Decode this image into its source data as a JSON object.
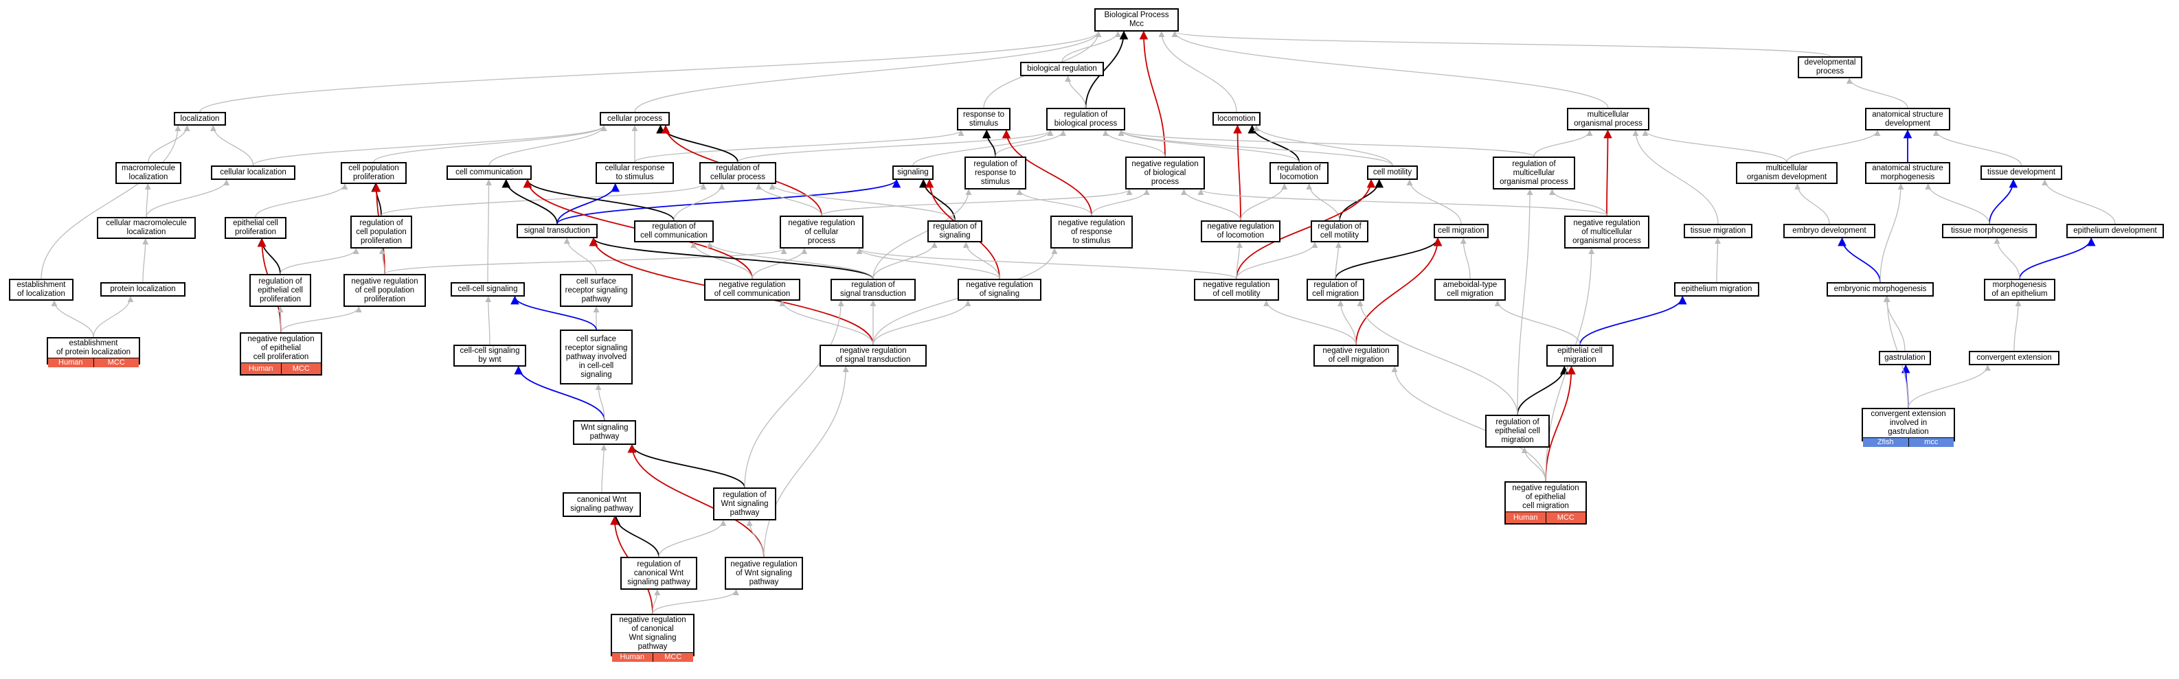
{
  "colors": {
    "human_tag": "#ee6048",
    "zfish_tag": "#5e87dd",
    "edge_gray": "#bbbbbb",
    "edge_black": "#000000",
    "edge_red": "#cc0000",
    "edge_blue": "#0000ee"
  },
  "nodes": [
    {
      "id": "bp",
      "label": "Biological Process\nMcc"
    },
    {
      "id": "biolreg",
      "label": "biological regulation"
    },
    {
      "id": "devproc",
      "label": "developmental\nprocess"
    },
    {
      "id": "localization",
      "label": "localization"
    },
    {
      "id": "cellproc",
      "label": "cellular process"
    },
    {
      "id": "respstim",
      "label": "response to\nstimulus"
    },
    {
      "id": "regbp",
      "label": "regulation of\nbiological process"
    },
    {
      "id": "locomotion",
      "label": "locomotion"
    },
    {
      "id": "multiorg",
      "label": "multicellular\norganismal process"
    },
    {
      "id": "asdev",
      "label": "anatomical structure\ndevelopment"
    },
    {
      "id": "macroloc",
      "label": "macromolecule\nlocalization"
    },
    {
      "id": "cellloc",
      "label": "cellular localization"
    },
    {
      "id": "cellpopprolif",
      "label": "cell population\nproliferation"
    },
    {
      "id": "cellcomm",
      "label": "cell communication"
    },
    {
      "id": "cellresp",
      "label": "cellular response\nto stimulus"
    },
    {
      "id": "regcellproc",
      "label": "regulation of\ncellular process"
    },
    {
      "id": "signaling",
      "label": "signaling"
    },
    {
      "id": "regrespstim",
      "label": "regulation of\nresponse to\nstimulus"
    },
    {
      "id": "negregbp",
      "label": "negative regulation\nof biological\nprocess"
    },
    {
      "id": "reglocomotion",
      "label": "regulation of\nlocomotion"
    },
    {
      "id": "cellmotility",
      "label": "cell motility"
    },
    {
      "id": "regmultiorg",
      "label": "regulation of\nmulticellular\norganismal process"
    },
    {
      "id": "multiorgdev",
      "label": "multicellular\norganism development"
    },
    {
      "id": "asmorph",
      "label": "anatomical structure\nmorphogenesis"
    },
    {
      "id": "tissuedev",
      "label": "tissue development"
    },
    {
      "id": "cellmacroloc",
      "label": "cellular macromolecule\nlocalization"
    },
    {
      "id": "epicellprolif",
      "label": "epithelial cell\nproliferation"
    },
    {
      "id": "regcellpopprolif",
      "label": "regulation of\ncell population\nproliferation"
    },
    {
      "id": "sigtrans",
      "label": "signal transduction"
    },
    {
      "id": "regcellcomm",
      "label": "regulation of\ncell communication"
    },
    {
      "id": "negregcellproc",
      "label": "negative regulation\nof cellular\nprocess"
    },
    {
      "id": "regsignaling",
      "label": "regulation of\nsignaling"
    },
    {
      "id": "negregrespstim",
      "label": "negative regulation\nof response\nto stimulus"
    },
    {
      "id": "negregloco",
      "label": "negative regulation\nof locomotion"
    },
    {
      "id": "regcellmotility",
      "label": "regulation of\ncell motility"
    },
    {
      "id": "cellmigration",
      "label": "cell migration"
    },
    {
      "id": "negregmultiorg",
      "label": "negative regulation\nof multicellular\norganismal process"
    },
    {
      "id": "tissuemig",
      "label": "tissue migration"
    },
    {
      "id": "embryodev",
      "label": "embryo development"
    },
    {
      "id": "tissuemorph",
      "label": "tissue morphogenesis"
    },
    {
      "id": "epidev",
      "label": "epithelium development"
    },
    {
      "id": "estloc",
      "label": "establishment\nof localization"
    },
    {
      "id": "protloc",
      "label": "protein localization"
    },
    {
      "id": "regepicellprolif",
      "label": "regulation of\nepithelial cell\nproliferation"
    },
    {
      "id": "negregcellpopprolif",
      "label": "negative regulation\nof cell population\nproliferation"
    },
    {
      "id": "cellcellsig",
      "label": "cell-cell signaling"
    },
    {
      "id": "cellsurfrec",
      "label": "cell surface\nreceptor signaling\npathway"
    },
    {
      "id": "negregcellcomm",
      "label": "negative regulation\nof cell communication"
    },
    {
      "id": "regsigtrans",
      "label": "regulation of\nsignal transduction"
    },
    {
      "id": "negregsignaling",
      "label": "negative regulation\nof signaling"
    },
    {
      "id": "negregcellmot",
      "label": "negative regulation\nof cell motility"
    },
    {
      "id": "regcellmig",
      "label": "regulation of\ncell migration"
    },
    {
      "id": "ameboid",
      "label": "ameboidal-type\ncell migration"
    },
    {
      "id": "epimig",
      "label": "epithelium migration"
    },
    {
      "id": "embmorph",
      "label": "embryonic morphogenesis"
    },
    {
      "id": "morphepi",
      "label": "morphogenesis\nof an epithelium"
    },
    {
      "id": "estprotloc",
      "label": "establishment\nof protein localization",
      "tags": [
        "Human",
        "MCC"
      ],
      "tagcolor": "human_tag"
    },
    {
      "id": "negregepicellprolif",
      "label": "negative regulation\nof epithelial\ncell proliferation",
      "tags": [
        "Human",
        "MCC"
      ],
      "tagcolor": "human_tag"
    },
    {
      "id": "cellcellsigwnt",
      "label": "cell-cell signaling\nby wnt"
    },
    {
      "id": "cellsurfreccc",
      "label": "cell surface\nreceptor signaling\npathway involved\nin cell-cell\nsignaling"
    },
    {
      "id": "negregsigtrans",
      "label": "negative regulation\nof signal transduction"
    },
    {
      "id": "negregcellmig",
      "label": "negative regulation\nof cell migration"
    },
    {
      "id": "epicellmig",
      "label": "epithelial cell\nmigration"
    },
    {
      "id": "gastrulation",
      "label": "gastrulation"
    },
    {
      "id": "convext",
      "label": "convergent extension"
    },
    {
      "id": "wnt",
      "label": "Wnt signaling\npathway"
    },
    {
      "id": "convextgast",
      "label": "convergent extension\ninvolved in\ngastrulation",
      "tags": [
        "Zfish",
        "mcc"
      ],
      "tagcolor": "zfish_tag"
    },
    {
      "id": "regepicellmig",
      "label": "regulation of\nepithelial cell\nmigration"
    },
    {
      "id": "canwnt",
      "label": "canonical Wnt\nsignaling pathway"
    },
    {
      "id": "regwnt",
      "label": "regulation of\nWnt signaling\npathway"
    },
    {
      "id": "negregepicellmig",
      "label": "negative regulation\nof epithelial\ncell migration",
      "tags": [
        "Human",
        "MCC"
      ],
      "tagcolor": "human_tag"
    },
    {
      "id": "regcanwnt",
      "label": "regulation of\ncanonical Wnt\nsignaling pathway"
    },
    {
      "id": "negregwnt",
      "label": "negative regulation\nof Wnt signaling\npathway"
    },
    {
      "id": "negregcanwnt",
      "label": "negative regulation\nof canonical\nWnt signaling\npathway",
      "tags": [
        "Human",
        "MCC"
      ],
      "tagcolor": "human_tag"
    }
  ],
  "edges": [
    {
      "from": "biolreg",
      "to": "bp",
      "type": "gray"
    },
    {
      "from": "devproc",
      "to": "bp",
      "type": "gray"
    },
    {
      "from": "localization",
      "to": "bp",
      "type": "gray"
    },
    {
      "from": "cellproc",
      "to": "bp",
      "type": "gray"
    },
    {
      "from": "respstim",
      "to": "bp",
      "type": "gray"
    },
    {
      "from": "regbp",
      "to": "bp",
      "type": "black"
    },
    {
      "from": "regbp",
      "to": "biolreg",
      "type": "gray"
    },
    {
      "from": "locomotion",
      "to": "bp",
      "type": "gray"
    },
    {
      "from": "multiorg",
      "to": "bp",
      "type": "gray"
    },
    {
      "from": "negregbp",
      "to": "bp",
      "type": "red"
    },
    {
      "from": "asdev",
      "to": "devproc",
      "type": "gray"
    },
    {
      "from": "macroloc",
      "to": "localization",
      "type": "gray"
    },
    {
      "from": "cellloc",
      "to": "localization",
      "type": "gray"
    },
    {
      "from": "cellloc",
      "to": "cellproc",
      "type": "gray"
    },
    {
      "from": "cellpopprolif",
      "to": "cellproc",
      "type": "gray"
    },
    {
      "from": "cellcomm",
      "to": "cellproc",
      "type": "gray"
    },
    {
      "from": "cellresp",
      "to": "cellproc",
      "type": "gray"
    },
    {
      "from": "cellresp",
      "to": "respstim",
      "type": "gray"
    },
    {
      "from": "regcellproc",
      "to": "cellproc",
      "type": "black"
    },
    {
      "from": "regcellproc",
      "to": "regbp",
      "type": "gray"
    },
    {
      "from": "signaling",
      "to": "regbp",
      "type": "gray"
    },
    {
      "from": "regrespstim",
      "to": "respstim",
      "type": "black"
    },
    {
      "from": "regrespstim",
      "to": "regbp",
      "type": "gray"
    },
    {
      "from": "negregbp",
      "to": "regbp",
      "type": "gray"
    },
    {
      "from": "reglocomotion",
      "to": "locomotion",
      "type": "black"
    },
    {
      "from": "reglocomotion",
      "to": "regbp",
      "type": "gray"
    },
    {
      "from": "cellmotility",
      "to": "regbp",
      "type": "gray"
    },
    {
      "from": "cellmotility",
      "to": "locomotion",
      "type": "gray"
    },
    {
      "from": "regmultiorg",
      "to": "multiorg",
      "type": "gray"
    },
    {
      "from": "regmultiorg",
      "to": "regbp",
      "type": "gray"
    },
    {
      "from": "multiorgdev",
      "to": "multiorg",
      "type": "gray"
    },
    {
      "from": "multiorgdev",
      "to": "asdev",
      "type": "gray"
    },
    {
      "from": "asmorph",
      "to": "asdev",
      "type": "blue"
    },
    {
      "from": "tissuedev",
      "to": "asdev",
      "type": "gray"
    },
    {
      "from": "cellmacroloc",
      "to": "macroloc",
      "type": "gray"
    },
    {
      "from": "cellmacroloc",
      "to": "cellloc",
      "type": "gray"
    },
    {
      "from": "epicellprolif",
      "to": "cellpopprolif",
      "type": "gray"
    },
    {
      "from": "regcellpopprolif",
      "to": "cellpopprolif",
      "type": "black"
    },
    {
      "from": "regcellpopprolif",
      "to": "regcellproc",
      "type": "gray"
    },
    {
      "from": "sigtrans",
      "to": "cellcomm",
      "type": "black"
    },
    {
      "from": "sigtrans",
      "to": "cellresp",
      "type": "blue"
    },
    {
      "from": "sigtrans",
      "to": "signaling",
      "type": "blue"
    },
    {
      "from": "regcellcomm",
      "to": "cellcomm",
      "type": "black"
    },
    {
      "from": "regcellcomm",
      "to": "regcellproc",
      "type": "gray"
    },
    {
      "from": "negregcellproc",
      "to": "cellproc",
      "type": "red"
    },
    {
      "from": "negregcellproc",
      "to": "negregbp",
      "type": "gray"
    },
    {
      "from": "negregcellproc",
      "to": "regcellproc",
      "type": "gray"
    },
    {
      "from": "regsignaling",
      "to": "signaling",
      "type": "black"
    },
    {
      "from": "regsignaling",
      "to": "regcellproc",
      "type": "gray"
    },
    {
      "from": "negregrespstim",
      "to": "respstim",
      "type": "red"
    },
    {
      "from": "negregrespstim",
      "to": "regrespstim",
      "type": "gray"
    },
    {
      "from": "negregrespstim",
      "to": "negregbp",
      "type": "gray"
    },
    {
      "from": "negregloco",
      "to": "locomotion",
      "type": "red"
    },
    {
      "from": "negregloco",
      "to": "negregbp",
      "type": "gray"
    },
    {
      "from": "negregloco",
      "to": "reglocomotion",
      "type": "gray"
    },
    {
      "from": "regcellmotility",
      "to": "cellmotility",
      "type": "black"
    },
    {
      "from": "regcellmotility",
      "to": "reglocomotion",
      "type": "gray"
    },
    {
      "from": "cellmigration",
      "to": "cellmotility",
      "type": "gray"
    },
    {
      "from": "negregmultiorg",
      "to": "multiorg",
      "type": "red"
    },
    {
      "from": "negregmultiorg",
      "to": "regmultiorg",
      "type": "gray"
    },
    {
      "from": "negregmultiorg",
      "to": "negregbp",
      "type": "gray"
    },
    {
      "from": "tissuemig",
      "to": "multiorg",
      "type": "gray"
    },
    {
      "from": "embryodev",
      "to": "multiorgdev",
      "type": "gray"
    },
    {
      "from": "tissuemorph",
      "to": "tissuedev",
      "type": "blue"
    },
    {
      "from": "tissuemorph",
      "to": "asmorph",
      "type": "gray"
    },
    {
      "from": "epidev",
      "to": "tissuedev",
      "type": "gray"
    },
    {
      "from": "estloc",
      "to": "localization",
      "type": "gray"
    },
    {
      "from": "protloc",
      "to": "cellmacroloc",
      "type": "gray"
    },
    {
      "from": "regepicellprolif",
      "to": "epicellprolif",
      "type": "black"
    },
    {
      "from": "regepicellprolif",
      "to": "regcellpopprolif",
      "type": "gray"
    },
    {
      "from": "negregcellpopprolif",
      "to": "cellpopprolif",
      "type": "red"
    },
    {
      "from": "negregcellpopprolif",
      "to": "regcellpopprolif",
      "type": "gray"
    },
    {
      "from": "negregcellpopprolif",
      "to": "negregcellproc",
      "type": "gray"
    },
    {
      "from": "cellcellsig",
      "to": "cellcomm",
      "type": "gray"
    },
    {
      "from": "cellsurfrec",
      "to": "sigtrans",
      "type": "gray"
    },
    {
      "from": "negregcellcomm",
      "to": "cellcomm",
      "type": "red"
    },
    {
      "from": "negregcellcomm",
      "to": "regcellcomm",
      "type": "gray"
    },
    {
      "from": "negregcellcomm",
      "to": "negregcellproc",
      "type": "gray"
    },
    {
      "from": "regsigtrans",
      "to": "sigtrans",
      "type": "black"
    },
    {
      "from": "regsigtrans",
      "to": "regsignaling",
      "type": "gray"
    },
    {
      "from": "regsigtrans",
      "to": "regrespstim",
      "type": "gray"
    },
    {
      "from": "regsigtrans",
      "to": "regcellcomm",
      "type": "gray"
    },
    {
      "from": "negregsignaling",
      "to": "signaling",
      "type": "red"
    },
    {
      "from": "negregsignaling",
      "to": "regsignaling",
      "type": "gray"
    },
    {
      "from": "negregsignaling",
      "to": "negregcellproc",
      "type": "gray"
    },
    {
      "from": "negregcellmot",
      "to": "cellmotility",
      "type": "red"
    },
    {
      "from": "negregcellmot",
      "to": "regcellmotility",
      "type": "gray"
    },
    {
      "from": "negregcellmot",
      "to": "negregloco",
      "type": "gray"
    },
    {
      "from": "negregcellmot",
      "to": "negregcellproc",
      "type": "gray"
    },
    {
      "from": "regcellmig",
      "to": "cellmigration",
      "type": "black"
    },
    {
      "from": "regcellmig",
      "to": "regcellmotility",
      "type": "gray"
    },
    {
      "from": "ameboid",
      "to": "cellmigration",
      "type": "gray"
    },
    {
      "from": "epimig",
      "to": "tissuemig",
      "type": "gray"
    },
    {
      "from": "embmorph",
      "to": "embryodev",
      "type": "blue"
    },
    {
      "from": "embmorph",
      "to": "asmorph",
      "type": "gray"
    },
    {
      "from": "morphepi",
      "to": "epidev",
      "type": "blue"
    },
    {
      "from": "morphepi",
      "to": "tissuemorph",
      "type": "gray"
    },
    {
      "from": "estprotloc",
      "to": "estloc",
      "type": "gray"
    },
    {
      "from": "estprotloc",
      "to": "protloc",
      "type": "gray"
    },
    {
      "from": "negregepicellprolif",
      "to": "epicellprolif",
      "type": "red"
    },
    {
      "from": "negregepicellprolif",
      "to": "regepicellprolif",
      "type": "gray"
    },
    {
      "from": "negregepicellprolif",
      "to": "negregcellpopprolif",
      "type": "gray"
    },
    {
      "from": "cellcellsigwnt",
      "to": "cellcellsig",
      "type": "gray"
    },
    {
      "from": "cellsurfreccc",
      "to": "cellsurfrec",
      "type": "gray"
    },
    {
      "from": "cellsurfreccc",
      "to": "cellcellsig",
      "type": "blue"
    },
    {
      "from": "negregsigtrans",
      "to": "sigtrans",
      "type": "red"
    },
    {
      "from": "negregsigtrans",
      "to": "regsigtrans",
      "type": "gray"
    },
    {
      "from": "negregsigtrans",
      "to": "negregsignaling",
      "type": "gray"
    },
    {
      "from": "negregsigtrans",
      "to": "negregrespstim",
      "type": "gray"
    },
    {
      "from": "negregsigtrans",
      "to": "negregcellcomm",
      "type": "gray"
    },
    {
      "from": "negregcellmig",
      "to": "cellmigration",
      "type": "red"
    },
    {
      "from": "negregcellmig",
      "to": "regcellmig",
      "type": "gray"
    },
    {
      "from": "negregcellmig",
      "to": "negregcellmot",
      "type": "gray"
    },
    {
      "from": "epicellmig",
      "to": "epimig",
      "type": "blue"
    },
    {
      "from": "epicellmig",
      "to": "ameboid",
      "type": "gray"
    },
    {
      "from": "gastrulation",
      "to": "embmorph",
      "type": "gray"
    },
    {
      "from": "convext",
      "to": "morphepi",
      "type": "gray"
    },
    {
      "from": "wnt",
      "to": "cellcellsigwnt",
      "type": "blue"
    },
    {
      "from": "wnt",
      "to": "cellsurfreccc",
      "type": "gray"
    },
    {
      "from": "convextgast",
      "to": "gastrulation",
      "type": "blue"
    },
    {
      "from": "convextgast",
      "to": "convext",
      "type": "gray"
    },
    {
      "from": "convextgast",
      "to": "embmorph",
      "type": "gray"
    },
    {
      "from": "regepicellmig",
      "to": "epicellmig",
      "type": "black"
    },
    {
      "from": "regepicellmig",
      "to": "regcellmig",
      "type": "gray"
    },
    {
      "from": "regepicellmig",
      "to": "regmultiorg",
      "type": "gray"
    },
    {
      "from": "canwnt",
      "to": "wnt",
      "type": "gray"
    },
    {
      "from": "regwnt",
      "to": "wnt",
      "type": "black"
    },
    {
      "from": "regwnt",
      "to": "regsigtrans",
      "type": "gray"
    },
    {
      "from": "negregepicellmig",
      "to": "epicellmig",
      "type": "red"
    },
    {
      "from": "negregepicellmig",
      "to": "regepicellmig",
      "type": "gray"
    },
    {
      "from": "negregepicellmig",
      "to": "negregcellmig",
      "type": "gray"
    },
    {
      "from": "negregepicellmig",
      "to": "negregmultiorg",
      "type": "gray"
    },
    {
      "from": "regcanwnt",
      "to": "canwnt",
      "type": "black"
    },
    {
      "from": "regcanwnt",
      "to": "regwnt",
      "type": "gray"
    },
    {
      "from": "negregwnt",
      "to": "wnt",
      "type": "red"
    },
    {
      "from": "negregwnt",
      "to": "regwnt",
      "type": "gray"
    },
    {
      "from": "negregwnt",
      "to": "negregsigtrans",
      "type": "gray"
    },
    {
      "from": "negregcanwnt",
      "to": "canwnt",
      "type": "red"
    },
    {
      "from": "negregcanwnt",
      "to": "regcanwnt",
      "type": "gray"
    },
    {
      "from": "negregcanwnt",
      "to": "negregwnt",
      "type": "gray"
    }
  ]
}
